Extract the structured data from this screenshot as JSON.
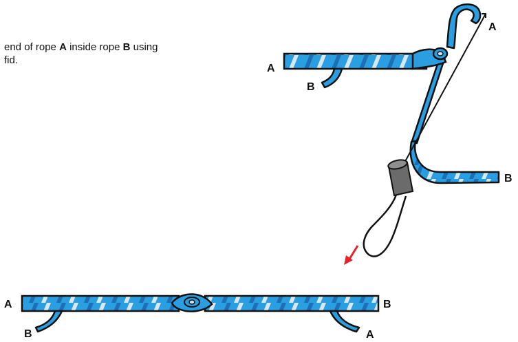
{
  "instruction": {
    "part1": "end of rope ",
    "rope_a": "A",
    "part2": " inside rope ",
    "rope_b": "B",
    "part3": " using",
    "line2": "fid."
  },
  "labels": {
    "top_a_left": "A",
    "top_a_right": "A",
    "top_b_left": "B",
    "top_b_right": "B",
    "bottom_a_left": "A",
    "bottom_b_left": "B",
    "bottom_b_right": "B",
    "bottom_a_right": "A"
  },
  "colors": {
    "rope_blue": "#2a9ee0",
    "rope_dark": "#1c6fb5",
    "rope_light": "#cfe4f2",
    "outline": "#111111",
    "fid": "#6b6b6b",
    "arrow": "#e5242a"
  }
}
